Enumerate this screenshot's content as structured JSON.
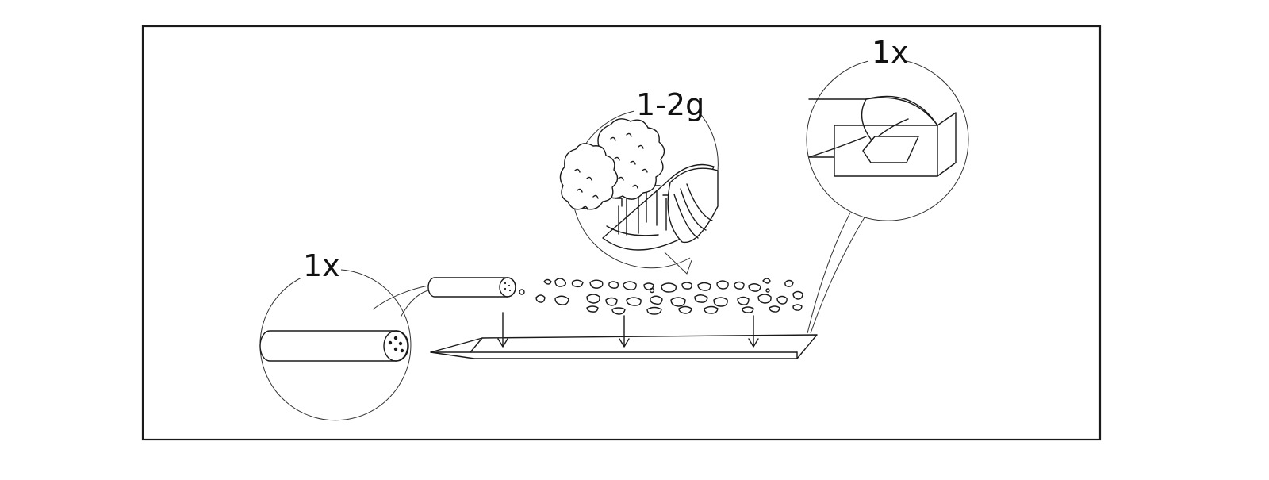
{
  "diagram": {
    "callouts": {
      "filter_tip": {
        "label": "1x",
        "icon": "filter-tip-icon"
      },
      "herb": {
        "label": "1-2g",
        "icon": "herb-grinder-icon"
      },
      "paper": {
        "label": "1x",
        "icon": "rolling-paper-pack-icon"
      }
    },
    "colors": {
      "stroke": "#1a1a1a",
      "background": "#ffffff"
    }
  }
}
